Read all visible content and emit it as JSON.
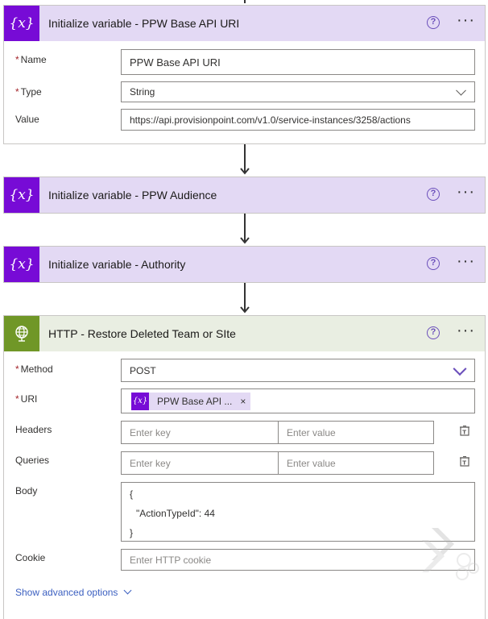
{
  "cards": {
    "base_uri": {
      "title": "Initialize variable - PPW Base API URI",
      "name_label": "Name",
      "name_value": "PPW Base API URI",
      "type_label": "Type",
      "type_value": "String",
      "value_label": "Value",
      "value_value": "https://api.provisionpoint.com/v1.0/service-instances/3258/actions"
    },
    "audience": {
      "title": "Initialize variable - PPW Audience"
    },
    "authority": {
      "title": "Initialize variable - Authority"
    },
    "http": {
      "title": "HTTP - Restore Deleted Team or SIte",
      "method_label": "Method",
      "method_value": "POST",
      "uri_label": "URI",
      "uri_token": "PPW Base API ...",
      "uri_token_remove": "×",
      "headers_label": "Headers",
      "queries_label": "Queries",
      "key_placeholder": "Enter key",
      "value_placeholder": "Enter value",
      "body_label": "Body",
      "body_lines": [
        "{",
        "\"ActionTypeId\": 44",
        "}"
      ],
      "cookie_label": "Cookie",
      "cookie_placeholder": "Enter HTTP cookie",
      "advanced_link": "Show advanced options"
    }
  },
  "common": {
    "required_mark": "*",
    "help_glyph": "?",
    "more_glyph": "···",
    "variable_glyph": "{x}"
  },
  "colors": {
    "variable_accent": "#770bd6",
    "variable_header": "#e3d9f4",
    "http_accent": "#709727",
    "http_header": "#e9eee2",
    "link": "#3b5fc0"
  }
}
